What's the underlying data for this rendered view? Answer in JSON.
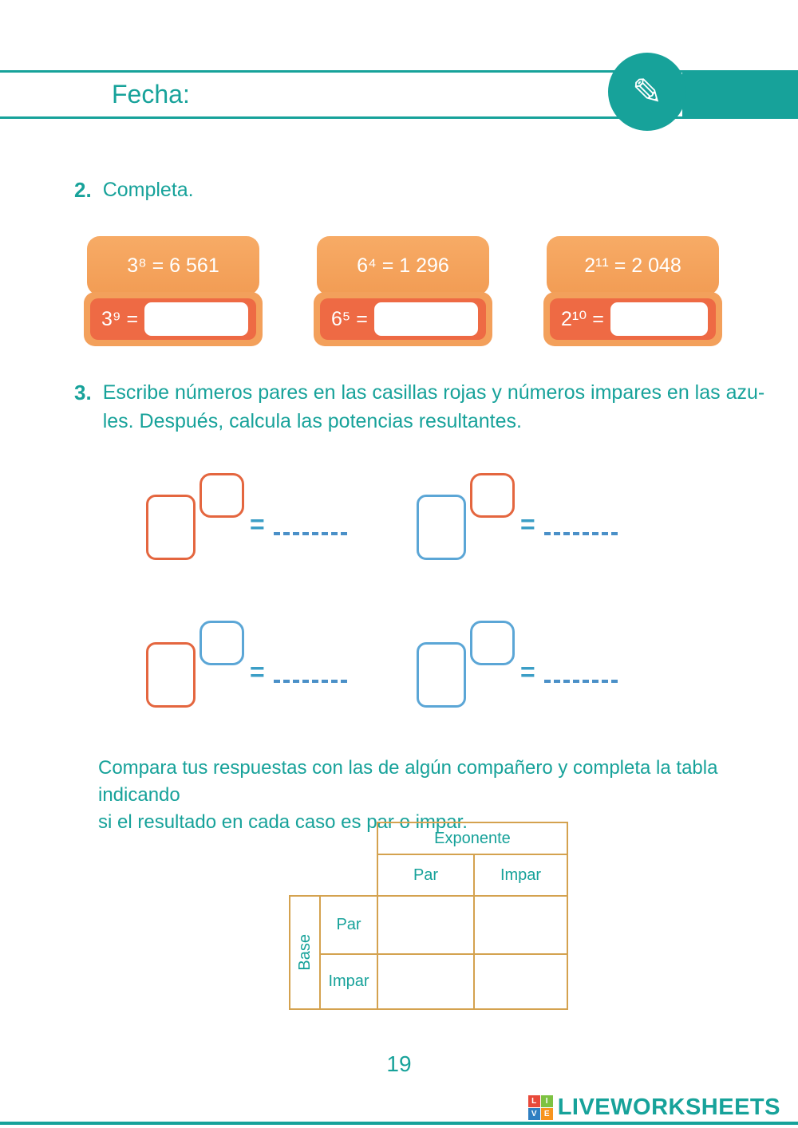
{
  "colors": {
    "teal": "#17a29a",
    "orange_light": "#f5a45c",
    "orange_dark": "#ee6a44",
    "red_box_border": "#e4663f",
    "blue_box_border": "#5ba6d6",
    "dashed_answer_blue": "#4a90c8",
    "table_border": "#d4a24f"
  },
  "header": {
    "date_label": "Fecha:"
  },
  "exercise2": {
    "number": "2.",
    "instruction": "Completa.",
    "cards": [
      {
        "given": "3⁸ = 6 561",
        "prompt": "3⁹ ="
      },
      {
        "given": "6⁴ = 1 296",
        "prompt": "6⁵ ="
      },
      {
        "given": "2¹¹ = 2 048",
        "prompt": "2¹⁰ ="
      }
    ]
  },
  "exercise3": {
    "number": "3.",
    "instruction_line1": "Escribe números pares en las casillas rojas y números impares en las azu-",
    "instruction_line2": "les. Después, calcula las potencias resultantes.",
    "equals": "=",
    "pairs": [
      {
        "base": "red",
        "exponent": "red"
      },
      {
        "base": "blue",
        "exponent": "red"
      },
      {
        "base": "red",
        "exponent": "blue"
      },
      {
        "base": "blue",
        "exponent": "blue"
      }
    ],
    "compare_line1": "Compara tus respuestas con las de algún compañero y completa la tabla indicando",
    "compare_line2": "si el resultado en cada caso es par o impar."
  },
  "table": {
    "exponent_header": "Exponente",
    "exponent_cols": [
      "Par",
      "Impar"
    ],
    "base_header": "Base",
    "base_rows": [
      "Par",
      "Impar"
    ]
  },
  "footer": {
    "page_number": "19",
    "brand": "LIVEWORKSHEETS",
    "logo": {
      "letters": [
        "L",
        "I",
        "V",
        "E"
      ]
    }
  }
}
